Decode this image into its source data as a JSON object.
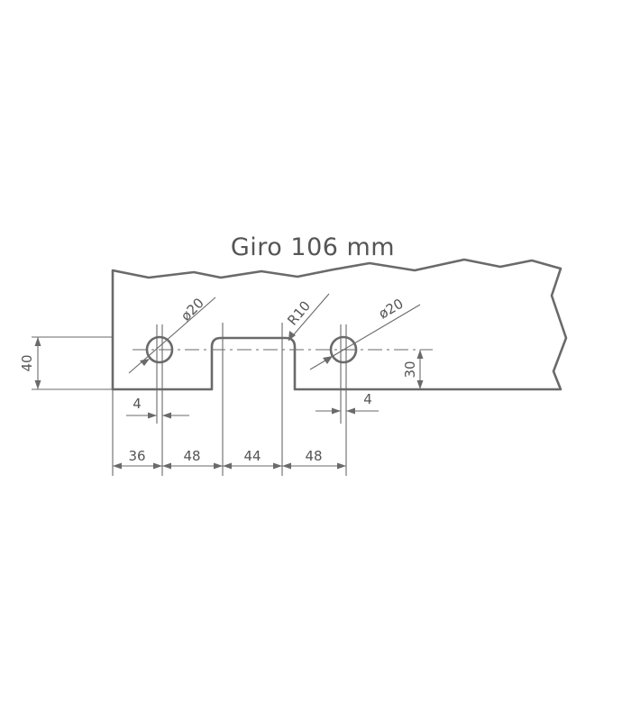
{
  "title": "Giro 106 mm",
  "labels": {
    "hole_left_diameter": "ø20",
    "notch_radius": "R10",
    "hole_right_diameter": "ø20",
    "height_left": "40",
    "height_right": "30",
    "offset_left": "4",
    "offset_right": "4",
    "spacing_1": "36",
    "spacing_2": "48",
    "spacing_3": "44",
    "spacing_4": "48"
  },
  "colors": {
    "line": "#6a6a6a",
    "text": "#555555",
    "background": "#ffffff"
  }
}
